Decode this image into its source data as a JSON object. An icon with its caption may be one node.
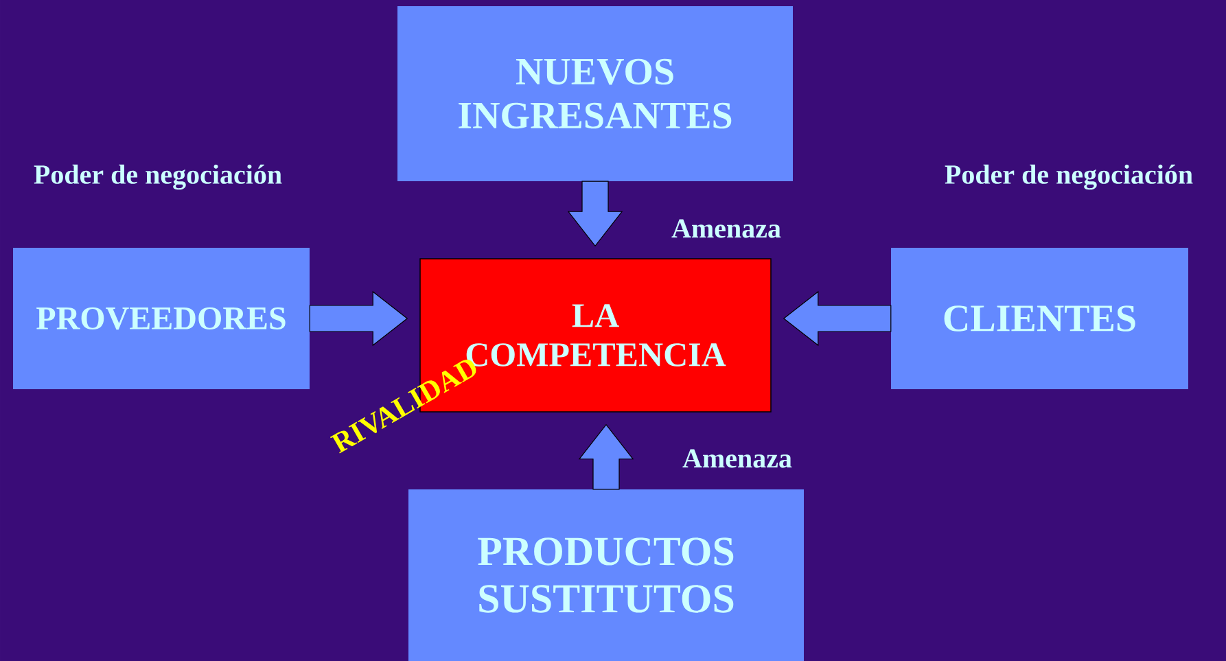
{
  "diagram": {
    "nodes": [
      {
        "text": [
          "NUEVOS INGRESANTES"
        ]
      },
      {
        "text": [
          "PROVEEDORES"
        ]
      },
      {
        "text": [
          "LA COMPETENCIA"
        ]
      },
      {
        "text": [
          "CLIENTES"
        ]
      },
      {
        "text": [
          "PRODUCTOS SUSTITUTOS"
        ]
      }
    ],
    "edges": [
      {
        "from": 0,
        "to": 2,
        "arrow": "to"
      },
      {
        "from": 1,
        "to": 2,
        "arrow": "to"
      },
      {
        "from": 3,
        "to": 2,
        "arrow": "to"
      },
      {
        "from": 4,
        "to": 2,
        "arrow": "to"
      }
    ],
    "labels": [
      "Poder de negociación",
      "Poder de negociación",
      "Amenaza",
      "RIVALIDAD",
      "Amenaza"
    ]
  }
}
